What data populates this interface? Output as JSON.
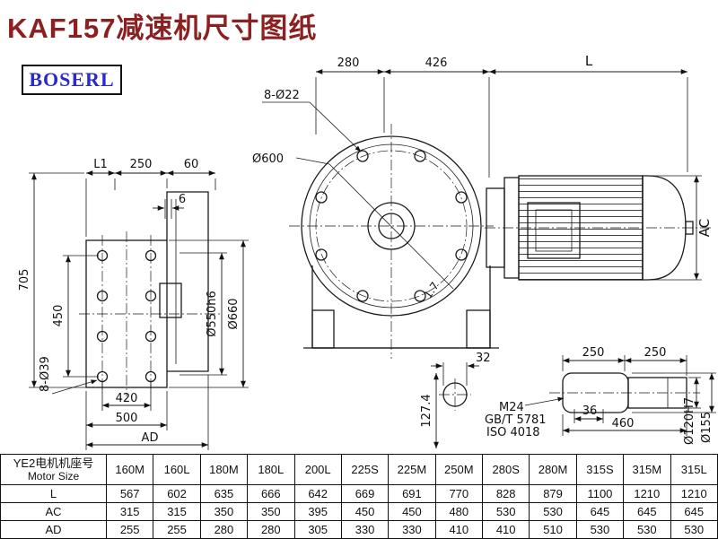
{
  "page": {
    "title": "KAF157减速机尺寸图纸",
    "logo": "BOSERL"
  },
  "colors": {
    "title_text": "#8c1f1f",
    "logo_text": "#2929cc",
    "line": "#1a1a1a"
  },
  "drawing": {
    "front_view": {
      "dim_top_280": "280",
      "dim_top_426": "426",
      "dim_top_L": "L",
      "bolt_label": "8-Ø22",
      "diameter_label": "Ø600",
      "angle_label": "1.7",
      "motor_height_label": "AC"
    },
    "left_view": {
      "dim_L1": "L1",
      "dim_250": "250",
      "dim_60": "60",
      "dim_6": "6",
      "dim_705": "705",
      "dim_450": "450",
      "bolt_label": "8-Ø39",
      "dim_420": "420",
      "dim_500": "500",
      "dim_AD": "AD",
      "dim_550": "Ø550h6",
      "dim_660": "Ø660"
    },
    "shaft_detail": {
      "dim_250_left": "250",
      "dim_250_right": "250",
      "dim_32": "32",
      "dim_127_4": "127.4",
      "thread_label": "M24",
      "standard_gbt": "GB/T 5781",
      "standard_iso": "ISO 4018",
      "dim_36": "36",
      "dim_460": "460",
      "dim_120": "Ø120H7",
      "dim_155": "Ø155"
    }
  },
  "table": {
    "header_cn": "YE2电机机座号",
    "header_en": "Motor Size",
    "columns": [
      "160M",
      "160L",
      "180M",
      "180L",
      "200L",
      "225S",
      "225M",
      "250M",
      "280S",
      "280M",
      "315S",
      "315M",
      "315L"
    ],
    "rows": [
      {
        "label": "L",
        "values": [
          "567",
          "602",
          "635",
          "666",
          "642",
          "669",
          "691",
          "770",
          "828",
          "879",
          "1100",
          "1210",
          "1210"
        ]
      },
      {
        "label": "AC",
        "values": [
          "315",
          "315",
          "350",
          "350",
          "395",
          "450",
          "450",
          "480",
          "530",
          "530",
          "645",
          "645",
          "645"
        ]
      },
      {
        "label": "AD",
        "values": [
          "255",
          "255",
          "280",
          "280",
          "305",
          "330",
          "330",
          "410",
          "410",
          "510",
          "530",
          "530",
          "530"
        ]
      }
    ]
  }
}
